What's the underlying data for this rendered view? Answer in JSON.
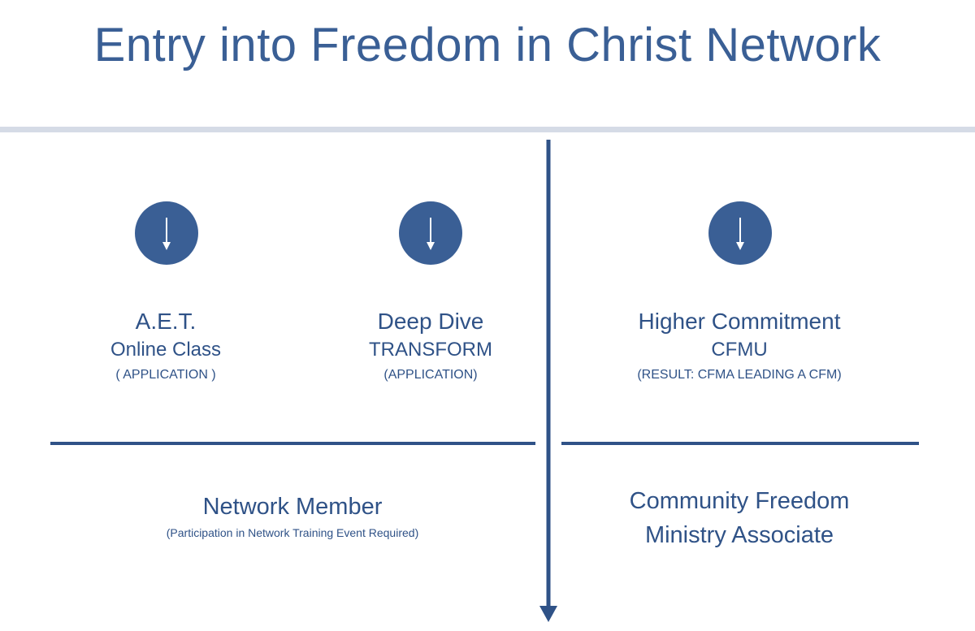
{
  "title": "Entry into Freedom in Christ Network",
  "colors": {
    "primary": "#2f5287",
    "title": "#3a5f95",
    "rule": "#d5dbe6",
    "icon_arrow": "#ffffff"
  },
  "steps": [
    {
      "icon": "down-arrow-circle-icon",
      "heading": "A.E.T.",
      "sub": "Online Class",
      "note": "( APPLICATION )"
    },
    {
      "icon": "down-arrow-circle-icon",
      "heading": "Deep Dive",
      "sub": "TRANSFORM",
      "note": "(APPLICATION)"
    },
    {
      "icon": "down-arrow-circle-icon",
      "heading": "Higher Commitment",
      "sub": "CFMU",
      "note": "(RESULT: CFMA LEADING A CFM)"
    }
  ],
  "outcomes": {
    "left": {
      "label": "Network Member",
      "note": "(Participation in Network Training Event Required)"
    },
    "right": {
      "line1": "Community Freedom",
      "line2": "Ministry Associate"
    }
  }
}
